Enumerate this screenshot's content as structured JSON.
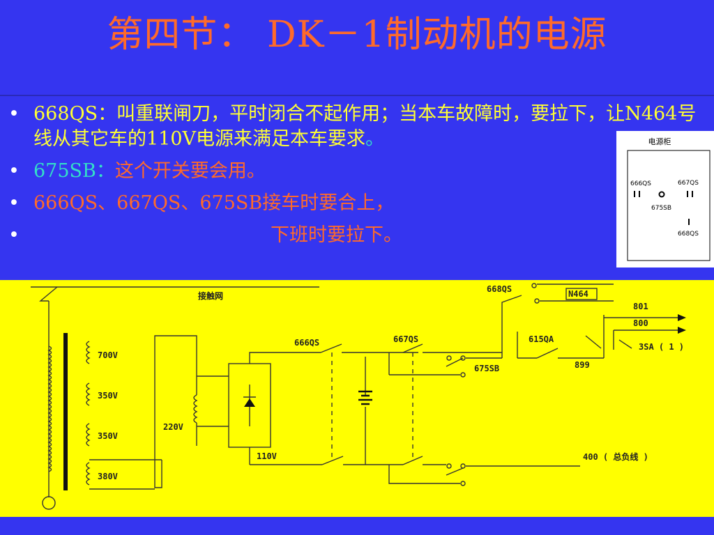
{
  "title": "第四节： DK－1制动机的电源",
  "bullets": [
    {
      "label": "668QS：",
      "text": "叫重联闸刀，平时闭合不起作用；当本车故障时，要拉下，让N464号线从其它车的110V电源来满足本车要求",
      "end": "。"
    },
    {
      "label": "675SB：",
      "text": "这个开关要会用。"
    },
    {
      "text": "666QS、667QS、675SB接车时要合上，"
    },
    {
      "text": "下班时要拉下。"
    }
  ],
  "panel": {
    "title": "电源柜",
    "sw1": "666QS",
    "sw2": "667QS",
    "sw3": "675SB",
    "sw4": "668QS"
  },
  "diagram": {
    "catenary": "接触网",
    "windings": [
      "700V",
      "350V",
      "350V",
      "380V"
    ],
    "v220": "220V",
    "v110": "110V",
    "s666": "666QS",
    "s667": "667QS",
    "s668": "668QS",
    "n464": "N464",
    "s675": "675SB",
    "s615": "615QA",
    "w801": "801",
    "w800": "800",
    "w899": "899",
    "sa3": "3SA ( 1 )",
    "w400": "400 ( 总负线 )"
  },
  "colors": {
    "background": "#3535f0",
    "title": "#ff6a2a",
    "yellow_text": "#ffff33",
    "cyan_text": "#33e0c8",
    "diagram_bg": "#ffff00"
  }
}
